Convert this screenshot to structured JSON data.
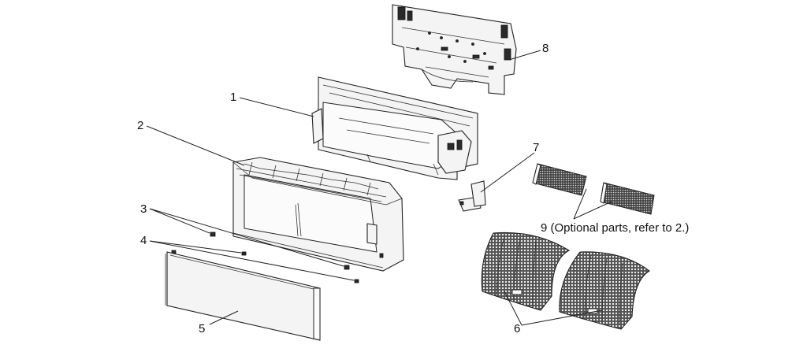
{
  "callouts": {
    "c1": "1",
    "c2": "2",
    "c3": "3",
    "c4": "4",
    "c5": "5",
    "c6": "6",
    "c7": "7",
    "c8": "8",
    "c9": "9 (Optional parts, refer to 2.)"
  }
}
